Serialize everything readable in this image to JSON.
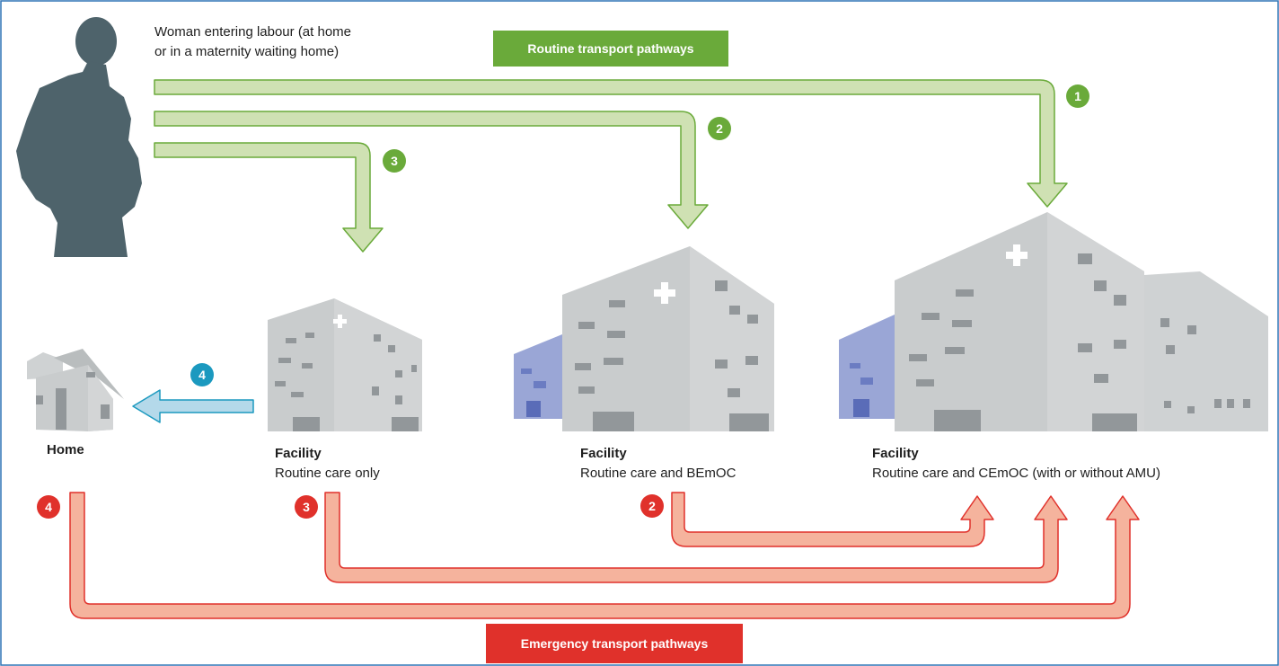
{
  "woman_caption": [
    "Woman entering labour (at home",
    "or in a maternity waiting home)"
  ],
  "routine_header": "Routine transport pathways",
  "emergency_header": "Emergency transport pathways",
  "home_label": "Home",
  "facilities": [
    {
      "title": "Facility",
      "subtitle": "Routine care only"
    },
    {
      "title": "Facility",
      "subtitle": "Routine care and BEmOC"
    },
    {
      "title": "Facility",
      "subtitle": "Routine care and CEmOC (with or without AMU)"
    }
  ],
  "routine_markers": [
    "1",
    "2",
    "3"
  ],
  "emergency_markers": [
    "2",
    "3",
    "4"
  ],
  "home_return_marker": "4",
  "colors": {
    "routine_green": "#6aaa3a",
    "routine_arrow_fill": "#cfe1b3",
    "emergency_red": "#e0312b",
    "emergency_arrow_fill": "#f5b39d",
    "return_blue": "#1b99bf",
    "return_arrow_fill": "#b4d9ea",
    "silhouette": "#4e636b",
    "building_grey": "#c9cccd",
    "window_grey": "#92979a",
    "annex_blue": "#9aa6d6",
    "border": "#2e74b5"
  }
}
